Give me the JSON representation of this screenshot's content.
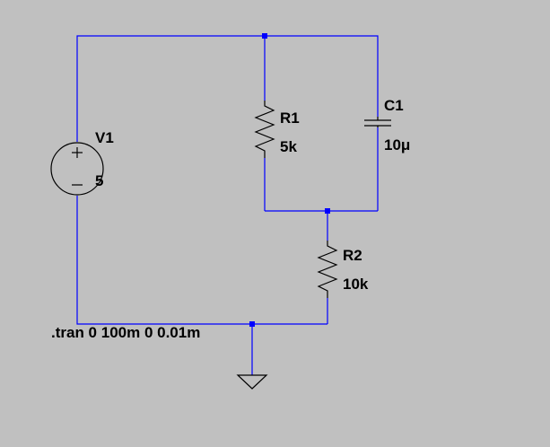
{
  "colors": {
    "background": "#c0c0c0",
    "wire": "#0000ff",
    "symbol": "#000000",
    "text": "#000000"
  },
  "components": {
    "v1": {
      "name": "V1",
      "value": "5",
      "icon": "voltage-source-icon"
    },
    "r1": {
      "name": "R1",
      "value": "5k",
      "icon": "resistor-icon"
    },
    "c1": {
      "name": "C1",
      "value": "10μ",
      "icon": "capacitor-icon"
    },
    "r2": {
      "name": "R2",
      "value": "10k",
      "icon": "resistor-icon"
    },
    "gnd": {
      "icon": "ground-icon"
    }
  },
  "directive": ".tran 0 100m 0 0.01m"
}
